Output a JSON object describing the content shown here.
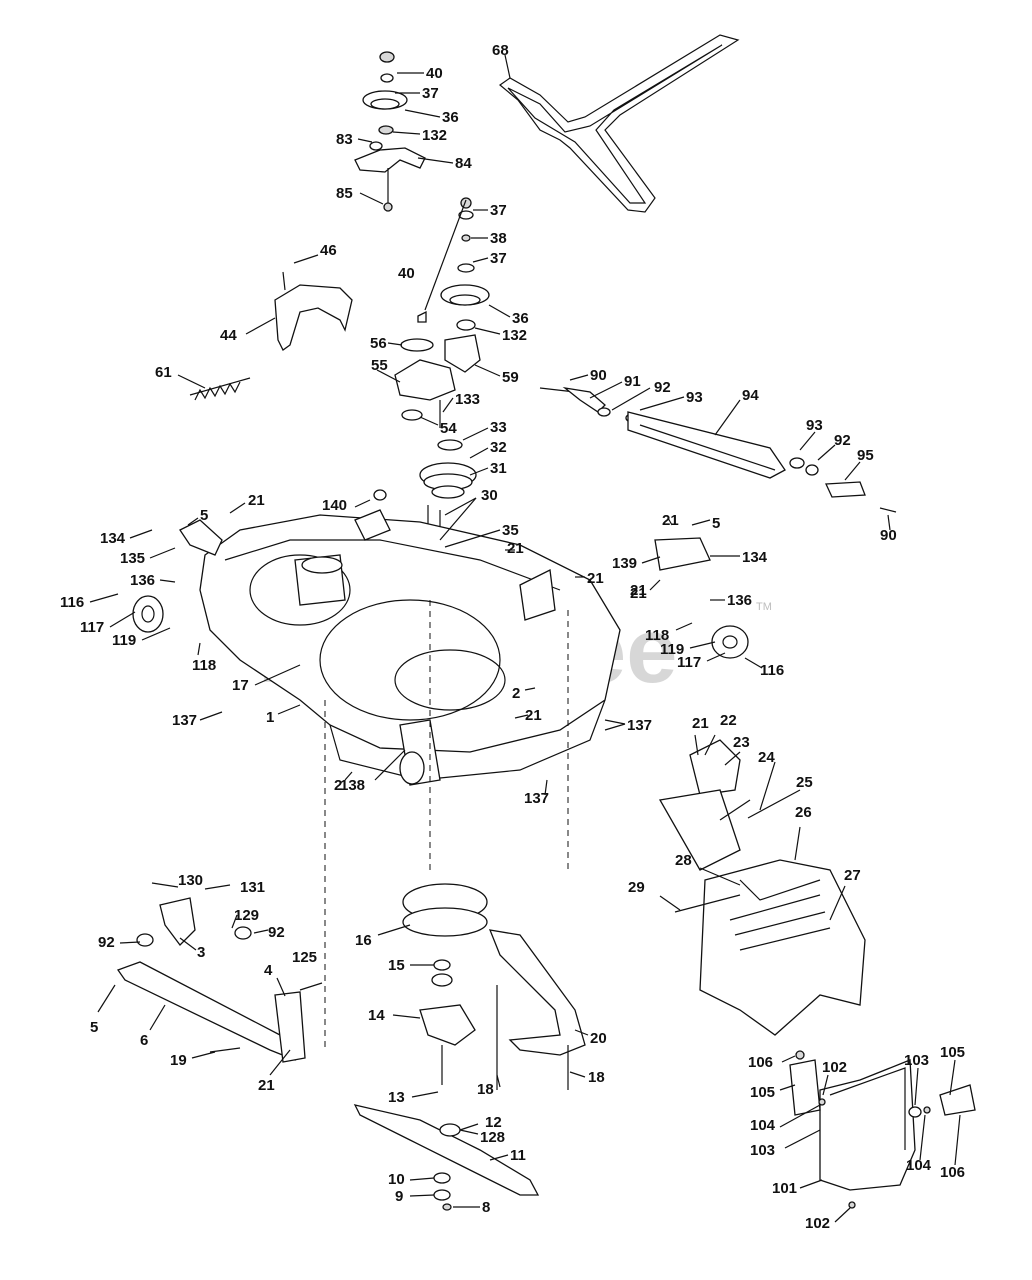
{
  "watermark": {
    "text": "PartsTree",
    "trademark": "TM",
    "color": "#bdbdbd"
  },
  "colors": {
    "ink": "#111111",
    "background": "#ffffff"
  },
  "labels": [
    "68",
    "40",
    "37",
    "36",
    "132",
    "83",
    "84",
    "85",
    "37",
    "38",
    "37",
    "36",
    "132",
    "40",
    "46",
    "44",
    "56",
    "59",
    "55",
    "61",
    "133",
    "54",
    "33",
    "32",
    "31",
    "30",
    "35",
    "90",
    "91",
    "92",
    "93",
    "94",
    "93",
    "92",
    "95",
    "90",
    "21",
    "5",
    "140",
    "134",
    "135",
    "136",
    "116",
    "117",
    "119",
    "118",
    "17",
    "1",
    "137",
    "21",
    "21",
    "21",
    "5",
    "21",
    "139",
    "134",
    "21",
    "136",
    "118",
    "119",
    "117",
    "116",
    "2",
    "21",
    "137",
    "2",
    "138",
    "137",
    "21",
    "22",
    "23",
    "24",
    "25",
    "26",
    "27",
    "28",
    "29",
    "130",
    "131",
    "129",
    "92",
    "92",
    "3",
    "4",
    "125",
    "5",
    "6",
    "19",
    "21",
    "16",
    "15",
    "14",
    "13",
    "18",
    "18",
    "20",
    "12",
    "128",
    "11",
    "10",
    "9",
    "8",
    "106",
    "102",
    "103",
    "105",
    "105",
    "104",
    "104",
    "103",
    "106",
    "101",
    "102"
  ]
}
